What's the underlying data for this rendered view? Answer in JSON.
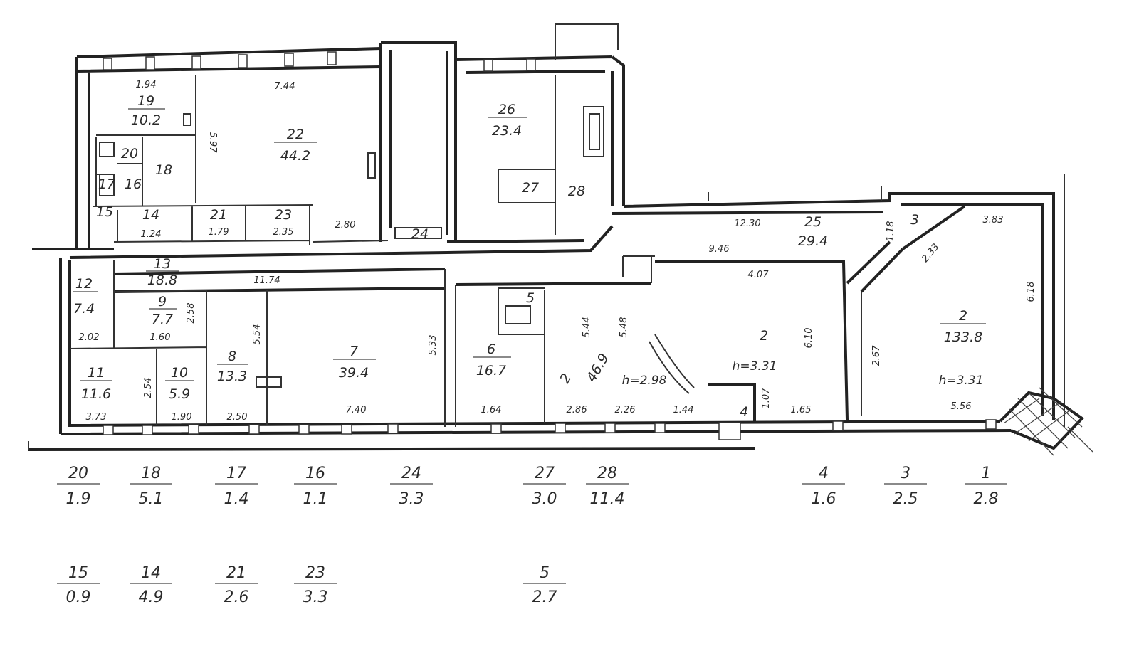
{
  "rooms": [
    {
      "id": "room-19",
      "number": "19",
      "area": "10.2",
      "top_dim": "1.94"
    },
    {
      "id": "room-22",
      "number": "22",
      "area": "44.2"
    },
    {
      "id": "room-20",
      "number": "20"
    },
    {
      "id": "room-18",
      "number": "18"
    },
    {
      "id": "room-17",
      "number": "17"
    },
    {
      "id": "room-16",
      "number": "16"
    },
    {
      "id": "room-15",
      "number": "15"
    },
    {
      "id": "room-14",
      "number": "14",
      "dim": "1.24"
    },
    {
      "id": "room-21",
      "number": "21",
      "dim": "1.79"
    },
    {
      "id": "room-23",
      "number": "23",
      "dim": "2.35"
    },
    {
      "id": "room-26",
      "number": "26",
      "area": "23.4"
    },
    {
      "id": "room-27",
      "number": "27"
    },
    {
      "id": "room-28",
      "number": "28"
    },
    {
      "id": "room-24",
      "number": "24"
    },
    {
      "id": "room-25",
      "number": "25",
      "area": "29.4"
    },
    {
      "id": "room-13",
      "number": "13",
      "area": "18.8"
    },
    {
      "id": "room-12",
      "number": "12",
      "area": "7.4"
    },
    {
      "id": "room-9",
      "number": "9",
      "area": "7.7"
    },
    {
      "id": "room-11",
      "number": "11",
      "area": "11.6"
    },
    {
      "id": "room-10",
      "number": "10",
      "area": "5.9"
    },
    {
      "id": "room-8",
      "number": "8",
      "area": "13.3"
    },
    {
      "id": "room-7",
      "number": "7",
      "area": "39.4"
    },
    {
      "id": "room-6",
      "number": "6",
      "area": "16.7"
    },
    {
      "id": "room-5",
      "number": "5"
    },
    {
      "id": "room-4",
      "number": "4"
    },
    {
      "id": "room-3",
      "number": "3"
    },
    {
      "id": "room-2-center",
      "number": "2",
      "height": "h=3.31"
    },
    {
      "id": "room-2-right",
      "number": "2",
      "area": "133.8",
      "height": "h=3.31"
    },
    {
      "id": "room-2-hall",
      "number": "2",
      "area": "46.9",
      "height": "h=2.98"
    }
  ],
  "dimensions": {
    "d_744": "7.44",
    "d_597": "5.97",
    "d_280": "2.80",
    "d_1274": "11.74",
    "d_160": "1.60",
    "d_373": "3.73",
    "d_190": "1.90",
    "d_250": "2.50",
    "d_740": "7.40",
    "d_164": "1.64",
    "d_286": "2.86",
    "d_226": "2.26",
    "d_144": "1.44",
    "d_165": "1.65",
    "d_1230": "12.30",
    "d_946": "9.46",
    "d_407": "4.07",
    "d_610": "6.10",
    "d_383": "3.83",
    "d_618": "6.18",
    "d_556": "5.56",
    "d_544": "5.44",
    "d_533": "5.33",
    "d_202": "2.02",
    "d_254": "2.54",
    "d_258": "2.58",
    "d_267": "2.67",
    "d_233": "2.33",
    "d_554": "5.54",
    "d_548": "5.48",
    "d_107": "1.07",
    "d_118": "1.18"
  },
  "legend_row1": [
    {
      "number": "20",
      "area": "1.9"
    },
    {
      "number": "18",
      "area": "5.1"
    },
    {
      "number": "17",
      "area": "1.4"
    },
    {
      "number": "16",
      "area": "1.1"
    },
    {
      "number": "24",
      "area": "3.3"
    },
    {
      "number": "27",
      "area": "3.0"
    },
    {
      "number": "28",
      "area": "11.4"
    },
    {
      "number": "4",
      "area": "1.6"
    },
    {
      "number": "3",
      "area": "2.5"
    },
    {
      "number": "1",
      "area": "2.8"
    }
  ],
  "legend_row2": [
    {
      "number": "15",
      "area": "0.9"
    },
    {
      "number": "14",
      "area": "4.9"
    },
    {
      "number": "21",
      "area": "2.6"
    },
    {
      "number": "23",
      "area": "3.3"
    },
    {
      "number": "5",
      "area": "2.7"
    }
  ]
}
